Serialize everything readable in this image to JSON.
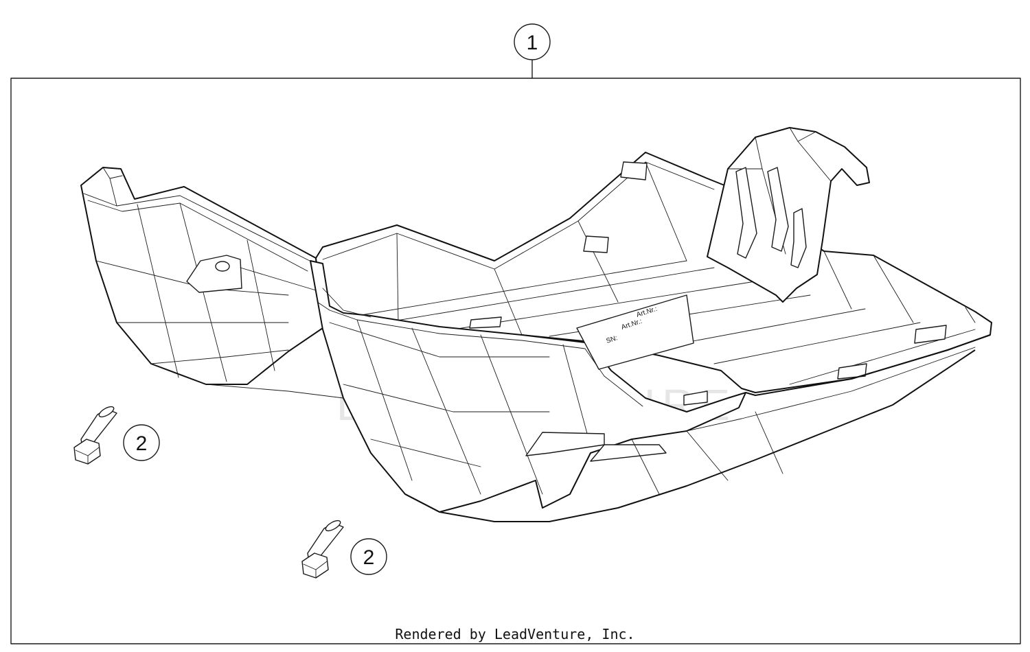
{
  "callouts": {
    "kit": "1",
    "bolt_a": "2",
    "bolt_b": "2"
  },
  "stamp": {
    "line1": "Art.Nr.:",
    "line2": "Art.Nr.:",
    "line3": "SN:"
  },
  "watermark": "LEADVENTURE",
  "footer": "Rendered by LeadVenture, Inc.",
  "colors": {
    "line": "#1a1a1a",
    "background": "#ffffff",
    "watermark": "#e6e6e6"
  }
}
